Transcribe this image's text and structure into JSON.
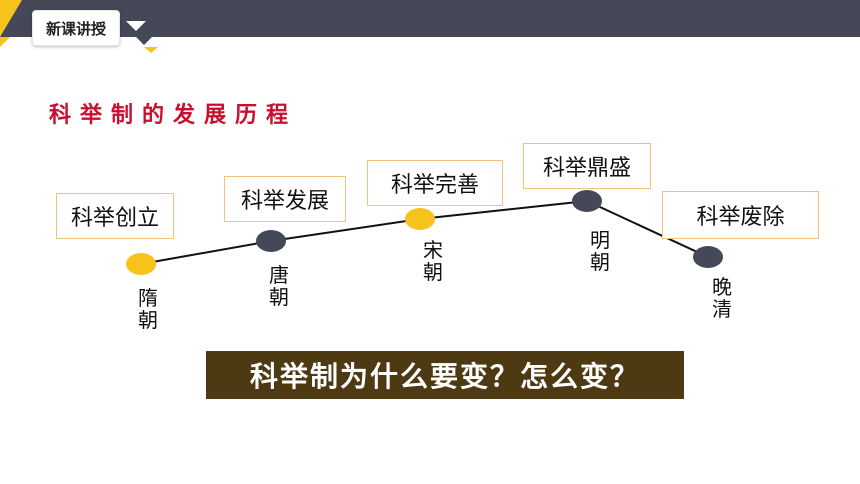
{
  "header": {
    "badge_label": "新课讲授"
  },
  "section_title": "科举制的发展历程",
  "stages": [
    {
      "name": "科举创立",
      "period": "隋朝"
    },
    {
      "name": "科举发展",
      "period": "唐朝"
    },
    {
      "name": "科举完善",
      "period": "宋朝"
    },
    {
      "name": "科举鼎盛",
      "period": "明朝"
    },
    {
      "name": "科举废除",
      "period": "晚清"
    }
  ],
  "question": "科举制为什么要变？怎么变？",
  "colors": {
    "title_red": "#c8102e",
    "header_bar": "#454857",
    "accent_yellow": "#f6c21b",
    "dot_dark": "#454857",
    "question_bg": "#4d3a12"
  }
}
